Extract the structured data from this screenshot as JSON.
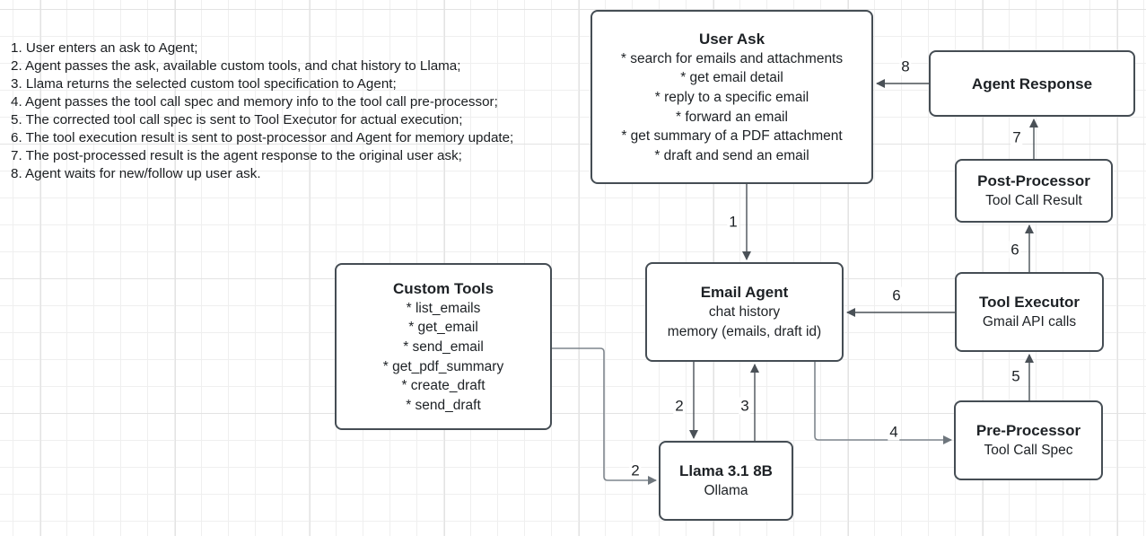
{
  "notes": {
    "lines": [
      "1. User enters an ask to Agent;",
      "2. Agent passes the ask, available custom tools, and chat history to Llama;",
      "3. Llama returns the selected custom tool specification to Agent;",
      "4. Agent passes the tool call spec and memory info to the tool call pre-processor;",
      "5. The corrected tool call spec is sent to Tool Executor for actual execution;",
      "6. The tool execution result is sent to post-processor and Agent for memory update;",
      "7. The post-processed result is the agent response to the original user ask;",
      "8. Agent waits for new/follow up user ask."
    ]
  },
  "nodes": {
    "user_ask": {
      "title": "User Ask",
      "items": [
        "* search for emails and attachments",
        "* get email detail",
        "* reply to a specific email",
        "* forward an email",
        "* get summary of a PDF attachment",
        "* draft and send an email"
      ]
    },
    "agent_response": {
      "title": "Agent Response"
    },
    "post_processor": {
      "title": "Post-Processor",
      "subtitle": "Tool Call Result"
    },
    "tool_executor": {
      "title": "Tool Executor",
      "subtitle": "Gmail API calls"
    },
    "pre_processor": {
      "title": "Pre-Processor",
      "subtitle": "Tool Call Spec"
    },
    "email_agent": {
      "title": "Email Agent",
      "line1": "chat history",
      "line2": "memory (emails, draft id)"
    },
    "custom_tools": {
      "title": "Custom Tools",
      "items": [
        "* list_emails",
        "* get_email",
        "* send_email",
        "* get_pdf_summary",
        "* create_draft",
        "* send_draft"
      ]
    },
    "llama": {
      "title": "Llama 3.1 8B",
      "subtitle": "Ollama"
    }
  },
  "edges": {
    "e1": {
      "label": "1",
      "from": "user-ask",
      "to": "email-agent"
    },
    "e2a": {
      "label": "2",
      "from": "email-agent",
      "to": "llama"
    },
    "e2b": {
      "label": "2",
      "from": "custom-tools",
      "to": "llama"
    },
    "e3": {
      "label": "3",
      "from": "llama",
      "to": "email-agent"
    },
    "e4": {
      "label": "4",
      "from": "email-agent",
      "to": "pre-processor"
    },
    "e5": {
      "label": "5",
      "from": "pre-processor",
      "to": "tool-executor"
    },
    "e6a": {
      "label": "6",
      "from": "tool-executor",
      "to": "email-agent"
    },
    "e6b": {
      "label": "6",
      "from": "tool-executor",
      "to": "post-processor"
    },
    "e7": {
      "label": "7",
      "from": "post-processor",
      "to": "agent-response"
    },
    "e8": {
      "label": "8",
      "from": "agent-response",
      "to": "user-ask"
    }
  },
  "colors": {
    "node_border": "#454d54",
    "edge_dark": "#4a5157",
    "edge_gray": "#7f868d",
    "grid_minor": "#efefef",
    "grid_major": "#e3e3e3"
  }
}
